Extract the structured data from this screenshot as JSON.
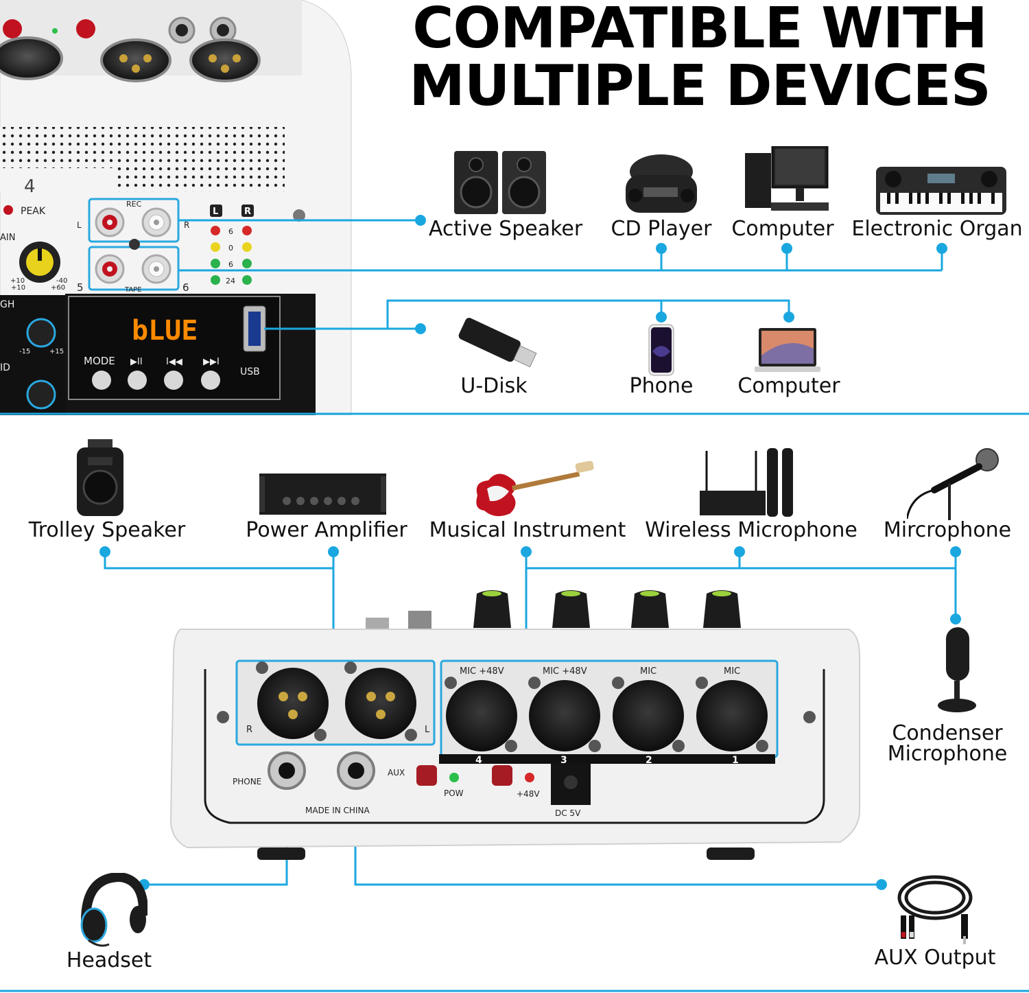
{
  "title": {
    "line1": "COMPATIBLE WITH",
    "line2": "MULTIPLE DEVICES"
  },
  "top_devices": [
    {
      "label": "Active Speaker",
      "icon": "studio-monitor-speakers-icon"
    },
    {
      "label": "CD Player",
      "icon": "cd-player-icon"
    },
    {
      "label": "Computer",
      "icon": "desktop-computer-icon"
    },
    {
      "label": "Electronic Organ",
      "icon": "electronic-keyboard-icon"
    }
  ],
  "usb_devices": [
    {
      "label": "U-Disk",
      "icon": "usb-flash-drive-icon"
    },
    {
      "label": "Phone",
      "icon": "smartphone-icon"
    },
    {
      "label": "Computer",
      "icon": "laptop-icon"
    }
  ],
  "input_output_devices": [
    {
      "label": "Trolley Speaker",
      "icon": "trolley-speaker-icon"
    },
    {
      "label": "Power Amplifier",
      "icon": "power-amplifier-icon"
    },
    {
      "label": "Musical Instrument",
      "icon": "electric-guitar-icon"
    },
    {
      "label": "Wireless Microphone",
      "icon": "wireless-microphone-icon"
    },
    {
      "label": "Mircrophone",
      "icon": "microphone-icon"
    },
    {
      "label": "Condenser\nMicrophone",
      "icon": "condenser-microphone-icon"
    },
    {
      "label": "Headset",
      "icon": "headset-icon"
    },
    {
      "label": "AUX Output",
      "icon": "aux-cable-icon"
    }
  ],
  "mixer_top_panel": {
    "peak": "PEAK",
    "gain": "AIN",
    "gain_min": "+10",
    "gain_max": "-40",
    "gain_sub_min": "+10",
    "gain_sub_max": "+60",
    "high": "GH",
    "mid": "ID",
    "eq_min": "-15",
    "eq_max": "+15",
    "rec": "REC",
    "tape": "TAPE",
    "ch5": "5",
    "ch6": "6",
    "ch4": "4",
    "left": "L",
    "right": "R",
    "meter_left": "L",
    "meter_right": "R",
    "meter_labels": [
      "6",
      "0",
      "6",
      "24"
    ],
    "display": "bLUE",
    "mode": "MODE",
    "play_pause": "▶II",
    "prev": "I◀◀",
    "next": "▶▶I",
    "usb": "USB"
  },
  "mixer_back_panel": {
    "xlr_right": "R",
    "xlr_left": "L",
    "combo_labels": [
      "MIC +48V",
      "MIC +48V",
      "MIC",
      "MIC"
    ],
    "combo_numbers": [
      "4",
      "3",
      "2",
      "1"
    ],
    "phone": "PHONE",
    "aux": "AUX",
    "made_in": "MADE IN CHINA",
    "pow": "POW",
    "phantom": "+48V",
    "dc": "DC 5V"
  },
  "colors": {
    "accent": "#1aa7e0",
    "panel": "#f2f2f2",
    "display_amber": "#ff8a00"
  }
}
